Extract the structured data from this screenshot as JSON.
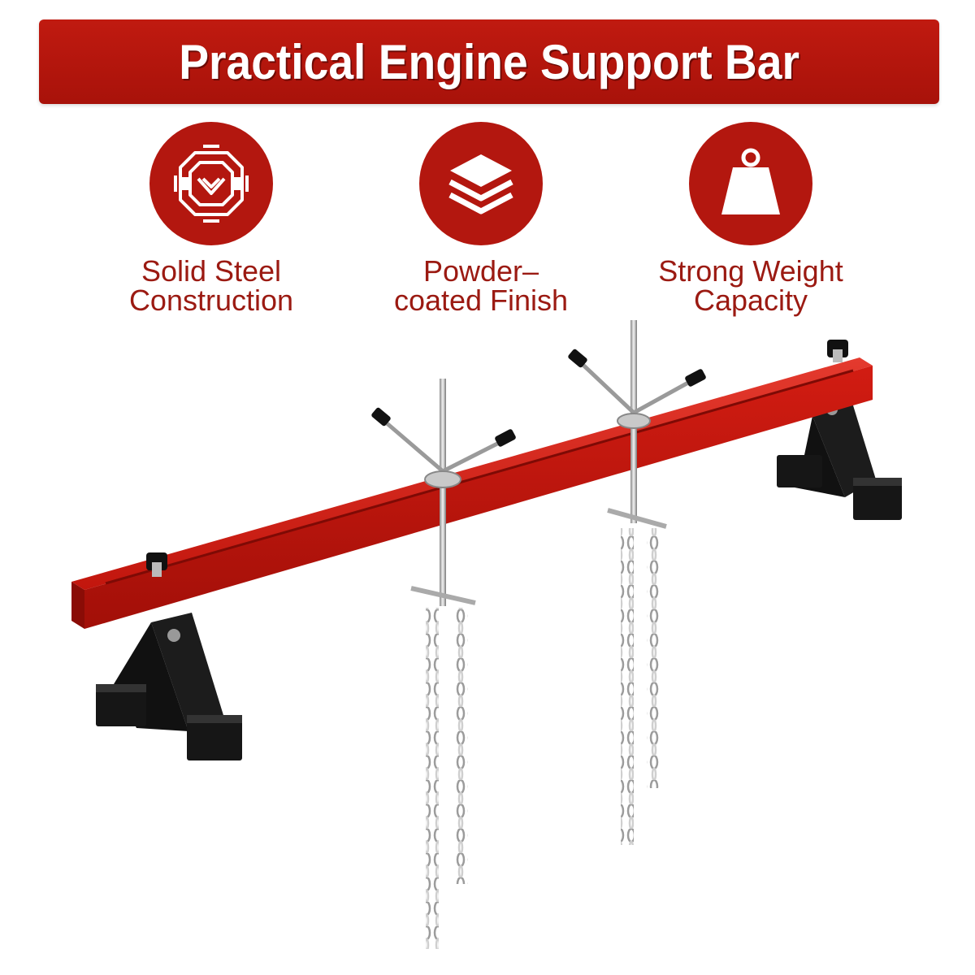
{
  "header": {
    "title": "Practical Engine Support Bar"
  },
  "features": [
    {
      "line1": "Solid Steel",
      "line2": "Construction",
      "icon": "steel-frame-icon"
    },
    {
      "line1": "Powder–",
      "line2": "coated Finish",
      "icon": "layers-icon"
    },
    {
      "line1": "Strong Weight",
      "line2": "Capacity",
      "icon": "weight-icon"
    }
  ],
  "colors": {
    "brand_red": "#b3170f",
    "text_red": "#9b1a12",
    "bar_red": "#d8231a",
    "base_black": "#1a1a1a"
  },
  "product": {
    "name": "engine-support-bar"
  }
}
